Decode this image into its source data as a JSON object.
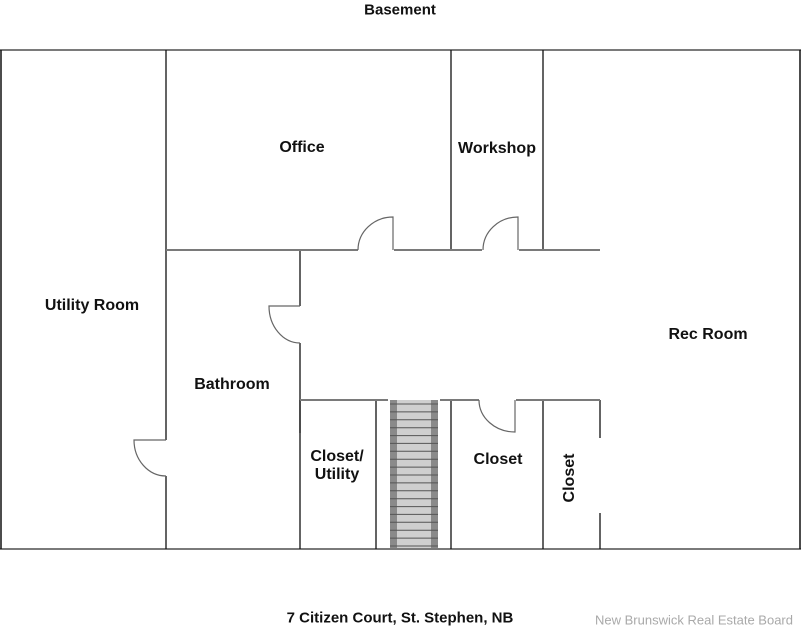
{
  "plan": {
    "title": "Basement",
    "address": "7 Citizen Court, St. Stephen, NB",
    "watermark": "New Brunswick Real Estate Board",
    "colors": {
      "exterior_wall": "#7a7a7a",
      "interior_wall": "#111111",
      "door_swing": "#666666",
      "stair_fill": "#cfcfcf",
      "stair_rail": "#8a8a8a"
    }
  },
  "rooms": {
    "office": "Office",
    "workshop": "Workshop",
    "utility_room": "Utility Room",
    "rec_room": "Rec Room",
    "bathroom": "Bathroom",
    "closet_utility_line1": "Closet/",
    "closet_utility_line2": "Utility",
    "closet_center": "Closet",
    "closet_right": "Closet"
  },
  "stairs": {
    "steps": 19
  }
}
